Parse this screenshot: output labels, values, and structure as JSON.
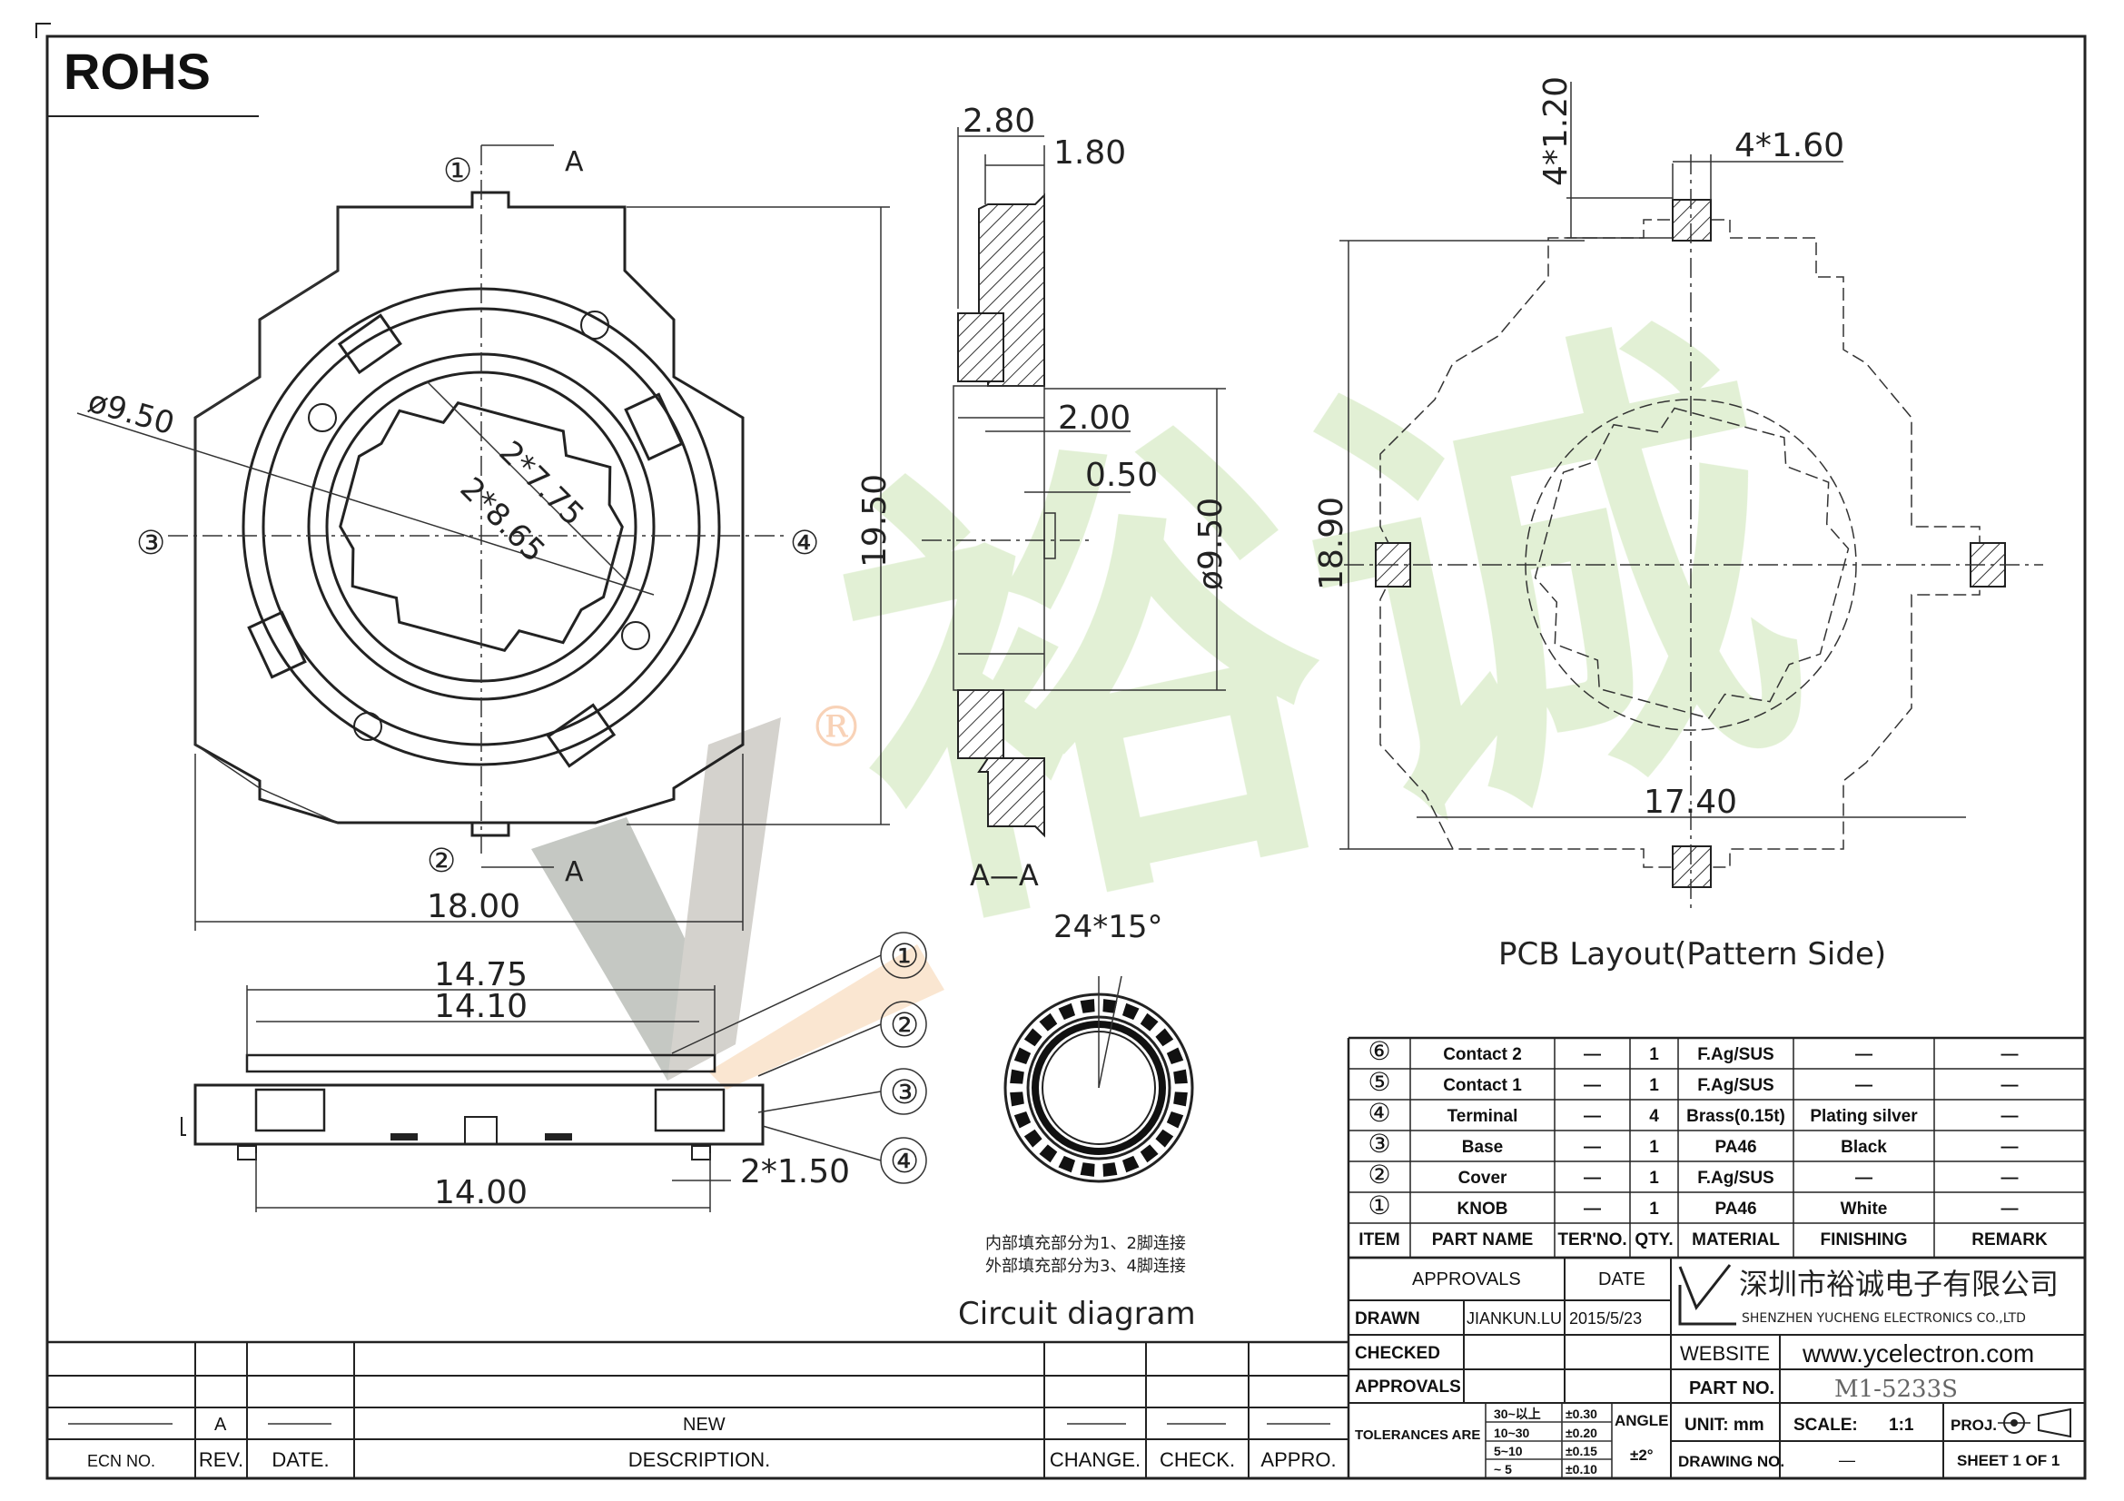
{
  "header": {
    "rohs": "ROHS"
  },
  "front_view": {
    "pin1": "①",
    "pin2": "②",
    "pin3": "③",
    "pin4": "④",
    "section_mark_top": "A",
    "section_mark_bottom": "A",
    "dim_dia": "ø9.50",
    "dim_inner1": "2*7.75",
    "dim_inner2": "2*8.65",
    "dim_height": "19.50",
    "dim_width": "18.00"
  },
  "section_view": {
    "dim_280": "2.80",
    "dim_180": "1.80",
    "dim_200": "2.00",
    "dim_050": "0.50",
    "dim_dia": "ø9.50",
    "label": "A—A"
  },
  "pcb_layout": {
    "dim_pad_h": "4*1.20",
    "dim_pad_w": "4*1.60",
    "dim_height": "18.90",
    "dim_width": "17.40",
    "caption": "PCB Layout(Pattern Side)"
  },
  "side_view": {
    "dim_1475": "14.75",
    "dim_1410": "14.10",
    "dim_1400": "14.00",
    "dim_pin": "2*1.50",
    "callouts": [
      "①",
      "②",
      "③",
      "④"
    ]
  },
  "circuit": {
    "angle": "24*15°",
    "note_line1": "内部填充部分为1、2脚连接",
    "note_line2": "外部填充部分为3、4脚连接",
    "caption": "Circuit  diagram"
  },
  "watermark": {
    "registered": "®",
    "chars": "裕诚"
  },
  "bom": {
    "headers": [
      "ITEM",
      "PART NAME",
      "TER'NO.",
      "QTY.",
      "MATERIAL",
      "FINISHING",
      "REMARK"
    ],
    "rows": [
      [
        "⑥",
        "Contact 2",
        "—",
        "1",
        "F.Ag/SUS",
        "—",
        "—"
      ],
      [
        "⑤",
        "Contact 1",
        "—",
        "1",
        "F.Ag/SUS",
        "—",
        "—"
      ],
      [
        "④",
        "Terminal",
        "—",
        "4",
        "Brass(0.15t)",
        "Plating silver",
        "—"
      ],
      [
        "③",
        "Base",
        "—",
        "1",
        "PA46",
        "Black",
        "—"
      ],
      [
        "②",
        "Cover",
        "—",
        "1",
        "F.Ag/SUS",
        "—",
        "—"
      ],
      [
        "①",
        "KNOB",
        "—",
        "1",
        "PA46",
        "White",
        "—"
      ]
    ]
  },
  "title_block": {
    "approvals_h": "APPROVALS",
    "date_h": "DATE",
    "drawn_l": "DRAWN",
    "drawn_name": "JIANKUN.LU",
    "drawn_date": "2015/5/23",
    "checked_l": "CHECKED",
    "approvals_l": "APPROVALS",
    "company_cn": "深圳市裕诚电子有限公司",
    "company_en": "SHENZHEN YUCHENG ELECTRONICS CO.,LTD",
    "website_l": "WEBSITE",
    "website": "www.ycelectron.com",
    "partno_l": "PART NO.",
    "partno": "M1-5233S",
    "tol_l": "TOLERANCES ARE",
    "tol_ranges": [
      "30~以上",
      "10~30",
      "5~10",
      "~ 5"
    ],
    "tol_values": [
      "±0.30",
      "±0.20",
      "±0.15",
      "±0.10"
    ],
    "angle_l": "ANGLE",
    "angle_v": "±2°",
    "unit": "UNIT: mm",
    "scale_l": "SCALE:",
    "scale_v": "1:1",
    "proj": "PROJ.",
    "drawing_no_l": "DRAWING NO.",
    "drawing_no": "—",
    "sheet": "SHEET  1  OF  1"
  },
  "revision": {
    "rev_a": "A",
    "new": "NEW",
    "headers": [
      "ECN NO.",
      "REV.",
      "DATE.",
      "DESCRIPTION.",
      "CHANGE.",
      "CHECK.",
      "APPRO."
    ]
  }
}
